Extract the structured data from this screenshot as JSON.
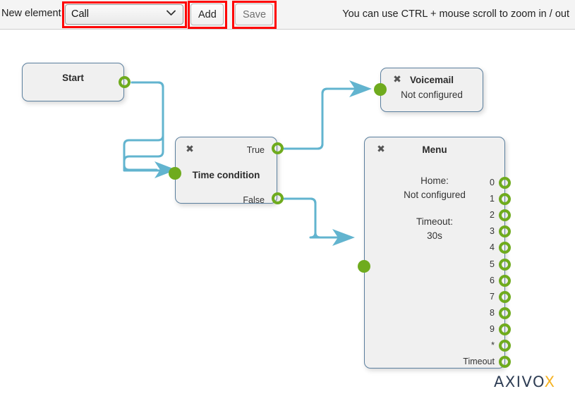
{
  "toolbar": {
    "new_element_label": "New element",
    "select": {
      "value": "Call",
      "options": [
        "Call"
      ],
      "icon": "chevron-down-icon"
    },
    "add_label": "Add",
    "save_label": "Save",
    "hint": "You can use CTRL + mouse scroll to zoom in / out"
  },
  "annotations": {
    "highlight_color": "#ff0000",
    "arrow_count": 3,
    "targets": [
      "element-select",
      "add-button",
      "save-button"
    ]
  },
  "canvas": {
    "edge_color": "#62b4cf",
    "port_ring_color": "#6fab1e",
    "port_fill_color": "#6fab1e",
    "node_border_color": "#5b7f9e",
    "node_fill_color": "#f0f0f0"
  },
  "nodes": {
    "start": {
      "title": "Start",
      "close_icon": null,
      "outputs": [
        {
          "label": "",
          "state": "ring"
        }
      ]
    },
    "time_condition": {
      "title": "Time condition",
      "close_icon": "close-icon",
      "input": {
        "state": "dot"
      },
      "outputs": [
        {
          "label": "True",
          "state": "ring"
        },
        {
          "label": "False",
          "state": "ring"
        }
      ]
    },
    "voicemail": {
      "title": "Voicemail",
      "subtitle": "Not configured",
      "close_icon": "close-icon",
      "input": {
        "state": "dot"
      }
    },
    "menu": {
      "title": "Menu",
      "close_icon": "close-icon",
      "home_label": "Home:",
      "home_value": "Not configured",
      "timeout_label": "Timeout:",
      "timeout_value": "30s",
      "input": {
        "state": "dot"
      },
      "outputs": [
        {
          "label": "0",
          "state": "ring"
        },
        {
          "label": "1",
          "state": "ring"
        },
        {
          "label": "2",
          "state": "ring"
        },
        {
          "label": "3",
          "state": "ring"
        },
        {
          "label": "4",
          "state": "ring"
        },
        {
          "label": "5",
          "state": "ring"
        },
        {
          "label": "6",
          "state": "ring"
        },
        {
          "label": "7",
          "state": "ring"
        },
        {
          "label": "8",
          "state": "ring"
        },
        {
          "label": "9",
          "state": "ring"
        },
        {
          "label": "*",
          "state": "ring"
        },
        {
          "label": "Timeout",
          "state": "ring"
        }
      ]
    }
  },
  "brand": {
    "name_main": "AXIVO",
    "name_accent": "X",
    "color_main": "#2e3d54",
    "color_accent": "#f5b324"
  }
}
